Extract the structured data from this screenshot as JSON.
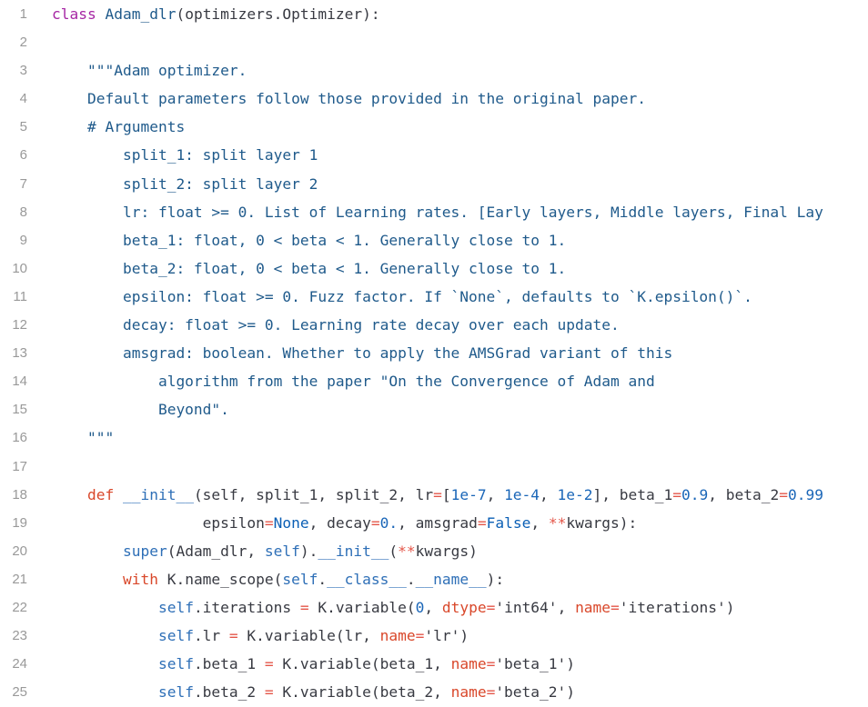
{
  "editor": {
    "lines": [
      {
        "n": "1",
        "tokens": [
          {
            "t": "class ",
            "c": "kw"
          },
          {
            "t": "Adam_dlr",
            "c": "doc"
          },
          {
            "t": "(optimizers.Optimizer):",
            "c": "plain"
          }
        ]
      },
      {
        "n": "2",
        "tokens": []
      },
      {
        "n": "3",
        "tokens": [
          {
            "t": "    \"\"\"Adam optimizer.",
            "c": "doc"
          }
        ]
      },
      {
        "n": "4",
        "tokens": [
          {
            "t": "    Default parameters follow those provided in the original paper.",
            "c": "doc"
          }
        ]
      },
      {
        "n": "5",
        "tokens": [
          {
            "t": "    # Arguments",
            "c": "doc"
          }
        ]
      },
      {
        "n": "6",
        "tokens": [
          {
            "t": "        split_1: split layer 1",
            "c": "doc"
          }
        ]
      },
      {
        "n": "7",
        "tokens": [
          {
            "t": "        split_2: split layer 2",
            "c": "doc"
          }
        ]
      },
      {
        "n": "8",
        "tokens": [
          {
            "t": "        lr: float >= 0. List of Learning rates. [Early layers, Middle layers, Final Lay",
            "c": "doc"
          }
        ]
      },
      {
        "n": "9",
        "tokens": [
          {
            "t": "        beta_1: float, 0 < beta < 1. Generally close to 1.",
            "c": "doc"
          }
        ]
      },
      {
        "n": "10",
        "tokens": [
          {
            "t": "        beta_2: float, 0 < beta < 1. Generally close to 1.",
            "c": "doc"
          }
        ]
      },
      {
        "n": "11",
        "tokens": [
          {
            "t": "        epsilon: float >= 0. Fuzz factor. If `None`, defaults to `K.epsilon()`.",
            "c": "doc"
          }
        ]
      },
      {
        "n": "12",
        "tokens": [
          {
            "t": "        decay: float >= 0. Learning rate decay over each update.",
            "c": "doc"
          }
        ]
      },
      {
        "n": "13",
        "tokens": [
          {
            "t": "        amsgrad: boolean. Whether to apply the AMSGrad variant of this",
            "c": "doc"
          }
        ]
      },
      {
        "n": "14",
        "tokens": [
          {
            "t": "            algorithm from the paper \"On the Convergence of Adam and",
            "c": "doc"
          }
        ]
      },
      {
        "n": "15",
        "tokens": [
          {
            "t": "            Beyond\".",
            "c": "doc"
          }
        ]
      },
      {
        "n": "16",
        "tokens": [
          {
            "t": "    \"\"\"",
            "c": "doc"
          }
        ]
      },
      {
        "n": "17",
        "tokens": []
      },
      {
        "n": "18",
        "tokens": [
          {
            "t": "    ",
            "c": "plain"
          },
          {
            "t": "def ",
            "c": "kwarg"
          },
          {
            "t": "__init__",
            "c": "builtin"
          },
          {
            "t": "(self, split_1, split_2, lr",
            "c": "plain"
          },
          {
            "t": "=",
            "c": "op"
          },
          {
            "t": "[",
            "c": "plain"
          },
          {
            "t": "1e-7",
            "c": "num"
          },
          {
            "t": ", ",
            "c": "plain"
          },
          {
            "t": "1e-4",
            "c": "num"
          },
          {
            "t": ", ",
            "c": "plain"
          },
          {
            "t": "1e-2",
            "c": "num"
          },
          {
            "t": "], beta_1",
            "c": "plain"
          },
          {
            "t": "=",
            "c": "op"
          },
          {
            "t": "0.9",
            "c": "num"
          },
          {
            "t": ", beta_2",
            "c": "plain"
          },
          {
            "t": "=",
            "c": "op"
          },
          {
            "t": "0.99",
            "c": "num"
          }
        ]
      },
      {
        "n": "19",
        "tokens": [
          {
            "t": "                 epsilon",
            "c": "plain"
          },
          {
            "t": "=",
            "c": "op"
          },
          {
            "t": "None",
            "c": "const"
          },
          {
            "t": ", decay",
            "c": "plain"
          },
          {
            "t": "=",
            "c": "op"
          },
          {
            "t": "0.",
            "c": "num"
          },
          {
            "t": ", amsgrad",
            "c": "plain"
          },
          {
            "t": "=",
            "c": "op"
          },
          {
            "t": "False",
            "c": "const"
          },
          {
            "t": ", ",
            "c": "plain"
          },
          {
            "t": "**",
            "c": "op"
          },
          {
            "t": "kwargs):",
            "c": "plain"
          }
        ]
      },
      {
        "n": "20",
        "tokens": [
          {
            "t": "        ",
            "c": "plain"
          },
          {
            "t": "super",
            "c": "builtin"
          },
          {
            "t": "(Adam_dlr, ",
            "c": "plain"
          },
          {
            "t": "self",
            "c": "builtin"
          },
          {
            "t": ").",
            "c": "plain"
          },
          {
            "t": "__init__",
            "c": "builtin"
          },
          {
            "t": "(",
            "c": "plain"
          },
          {
            "t": "**",
            "c": "op"
          },
          {
            "t": "kwargs)",
            "c": "plain"
          }
        ]
      },
      {
        "n": "21",
        "tokens": [
          {
            "t": "        ",
            "c": "plain"
          },
          {
            "t": "with ",
            "c": "kwarg"
          },
          {
            "t": "K.name_scope(",
            "c": "plain"
          },
          {
            "t": "self",
            "c": "builtin"
          },
          {
            "t": ".",
            "c": "plain"
          },
          {
            "t": "__class__",
            "c": "builtin"
          },
          {
            "t": ".",
            "c": "plain"
          },
          {
            "t": "__name__",
            "c": "builtin"
          },
          {
            "t": "):",
            "c": "plain"
          }
        ]
      },
      {
        "n": "22",
        "tokens": [
          {
            "t": "            ",
            "c": "plain"
          },
          {
            "t": "self",
            "c": "builtin"
          },
          {
            "t": ".iterations ",
            "c": "plain"
          },
          {
            "t": "=",
            "c": "op"
          },
          {
            "t": " K.variable(",
            "c": "plain"
          },
          {
            "t": "0",
            "c": "num"
          },
          {
            "t": ", ",
            "c": "plain"
          },
          {
            "t": "dtype",
            "c": "kwarg"
          },
          {
            "t": "=",
            "c": "op"
          },
          {
            "t": "'int64'",
            "c": "plain"
          },
          {
            "t": ", ",
            "c": "plain"
          },
          {
            "t": "name",
            "c": "kwarg"
          },
          {
            "t": "=",
            "c": "op"
          },
          {
            "t": "'iterations'",
            "c": "plain"
          },
          {
            "t": ")",
            "c": "plain"
          }
        ]
      },
      {
        "n": "23",
        "tokens": [
          {
            "t": "            ",
            "c": "plain"
          },
          {
            "t": "self",
            "c": "builtin"
          },
          {
            "t": ".lr ",
            "c": "plain"
          },
          {
            "t": "=",
            "c": "op"
          },
          {
            "t": " K.variable(lr, ",
            "c": "plain"
          },
          {
            "t": "name",
            "c": "kwarg"
          },
          {
            "t": "=",
            "c": "op"
          },
          {
            "t": "'lr'",
            "c": "plain"
          },
          {
            "t": ")",
            "c": "plain"
          }
        ]
      },
      {
        "n": "24",
        "tokens": [
          {
            "t": "            ",
            "c": "plain"
          },
          {
            "t": "self",
            "c": "builtin"
          },
          {
            "t": ".beta_1 ",
            "c": "plain"
          },
          {
            "t": "=",
            "c": "op"
          },
          {
            "t": " K.variable(beta_1, ",
            "c": "plain"
          },
          {
            "t": "name",
            "c": "kwarg"
          },
          {
            "t": "=",
            "c": "op"
          },
          {
            "t": "'beta_1'",
            "c": "plain"
          },
          {
            "t": ")",
            "c": "plain"
          }
        ]
      },
      {
        "n": "25",
        "tokens": [
          {
            "t": "            ",
            "c": "plain"
          },
          {
            "t": "self",
            "c": "builtin"
          },
          {
            "t": ".beta_2 ",
            "c": "plain"
          },
          {
            "t": "=",
            "c": "op"
          },
          {
            "t": " K.variable(beta_2, ",
            "c": "plain"
          },
          {
            "t": "name",
            "c": "kwarg"
          },
          {
            "t": "=",
            "c": "op"
          },
          {
            "t": "'beta_2'",
            "c": "plain"
          },
          {
            "t": ")",
            "c": "plain"
          }
        ]
      }
    ]
  }
}
